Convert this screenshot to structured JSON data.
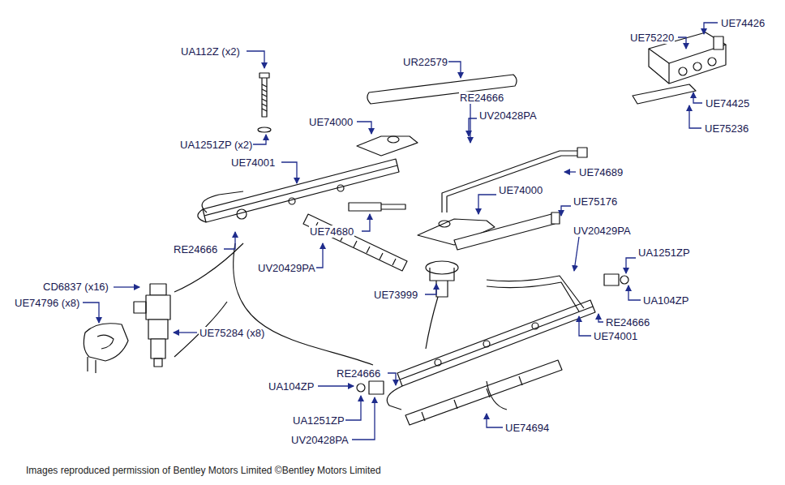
{
  "diagram": {
    "caption": "Images reproduced permission of Bentley Motors Limited ©Bentley Motors Limited",
    "labels": [
      "UA112Z (x2)",
      "UR22579",
      "UE75220",
      "UE74426",
      "RE24666",
      "UV20428PA",
      "UE74000",
      "UA1251ZP (x2)",
      "UE74689",
      "UE74001",
      "UE74425",
      "UE75236",
      "UE74000",
      "UE75176",
      "UE74680",
      "UV20429PA",
      "RE24666",
      "UV20429PA",
      "UA1251ZP",
      "CD6837 (x16)",
      "UE73999",
      "UE74796 (x8)",
      "UA104ZP",
      "RE24666",
      "UE75284 (x8)",
      "UE74001",
      "RE24666",
      "UA104ZP",
      "UE74694",
      "UA1251ZP",
      "UV20428PA"
    ]
  }
}
